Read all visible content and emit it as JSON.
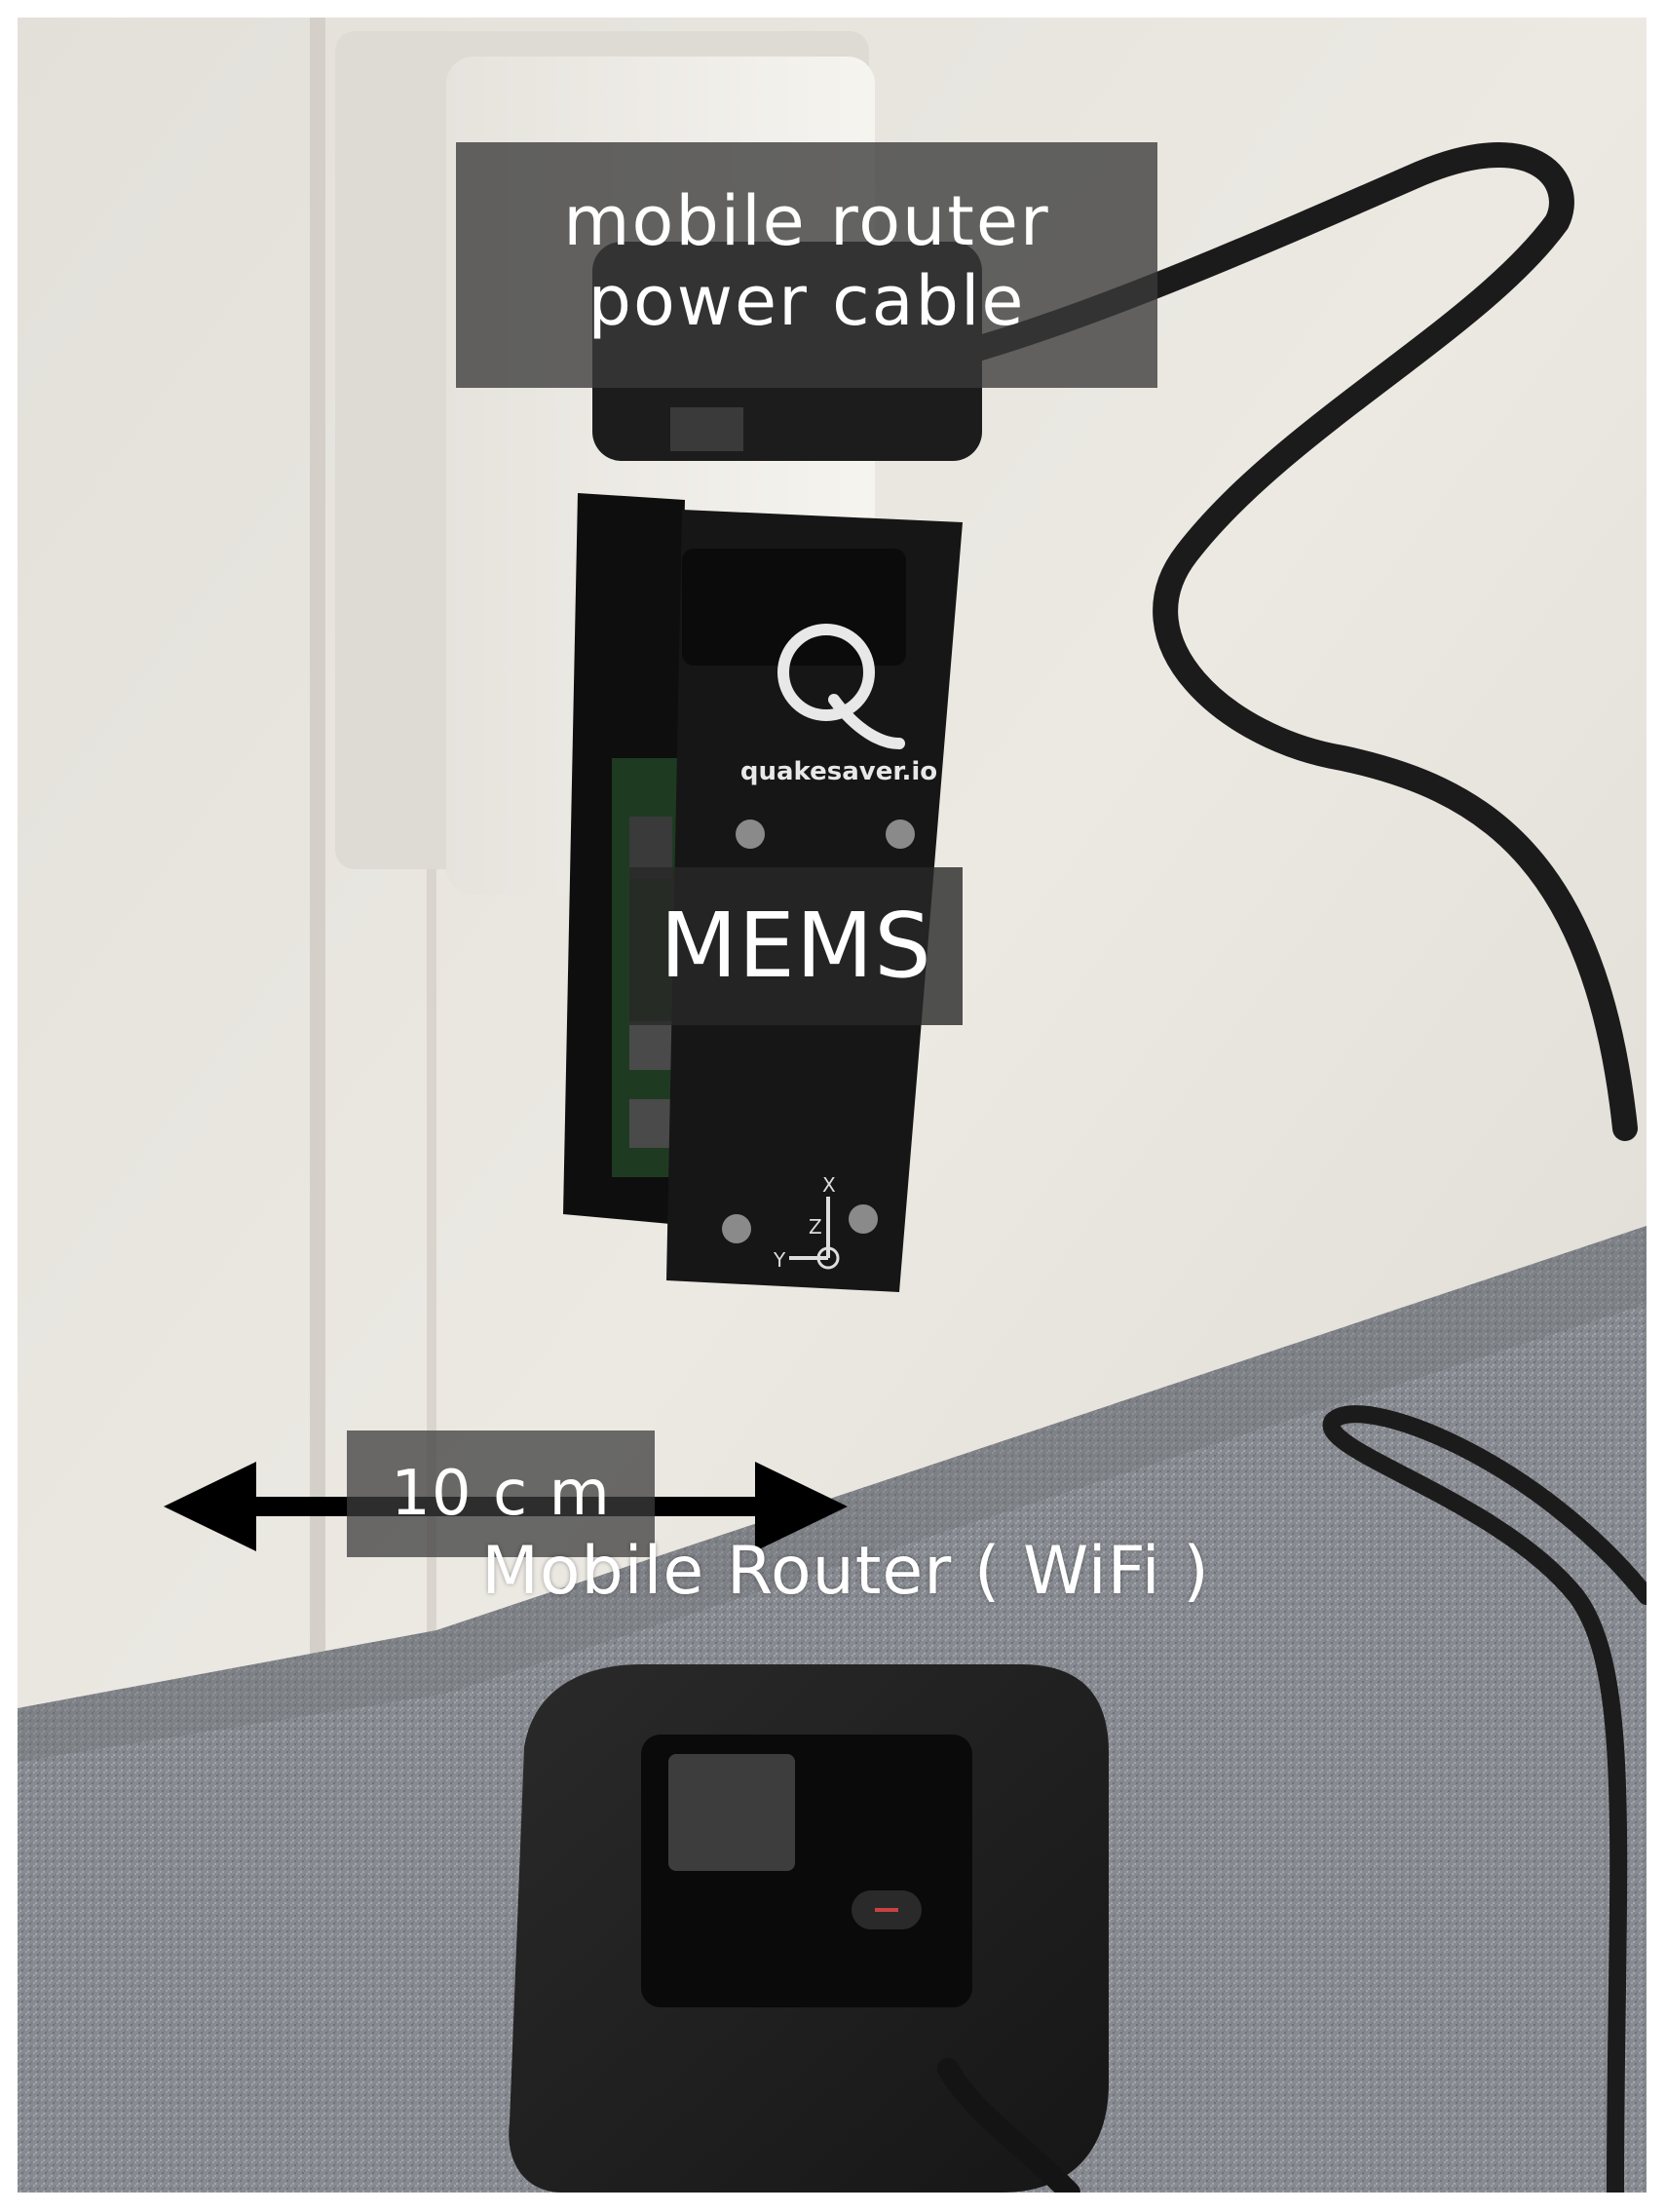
{
  "labels": {
    "power_cable_line1": "mobile router",
    "power_cable_line2": "power cable",
    "mems": "MEMS",
    "distance": "10 c m",
    "router": "Mobile Router ( WiFi )"
  },
  "device": {
    "brand_url": "quakesaver.io",
    "logo_letter": "Q",
    "axis_x": "X",
    "axis_y": "Y",
    "axis_z": "Z"
  },
  "colors": {
    "wall": "#e9e6e0",
    "outlet": "#f3f1ec",
    "carpet": "#8b8e93",
    "device": "#151515",
    "label_bg": "#3a3a3a",
    "led": "#39d24a"
  }
}
